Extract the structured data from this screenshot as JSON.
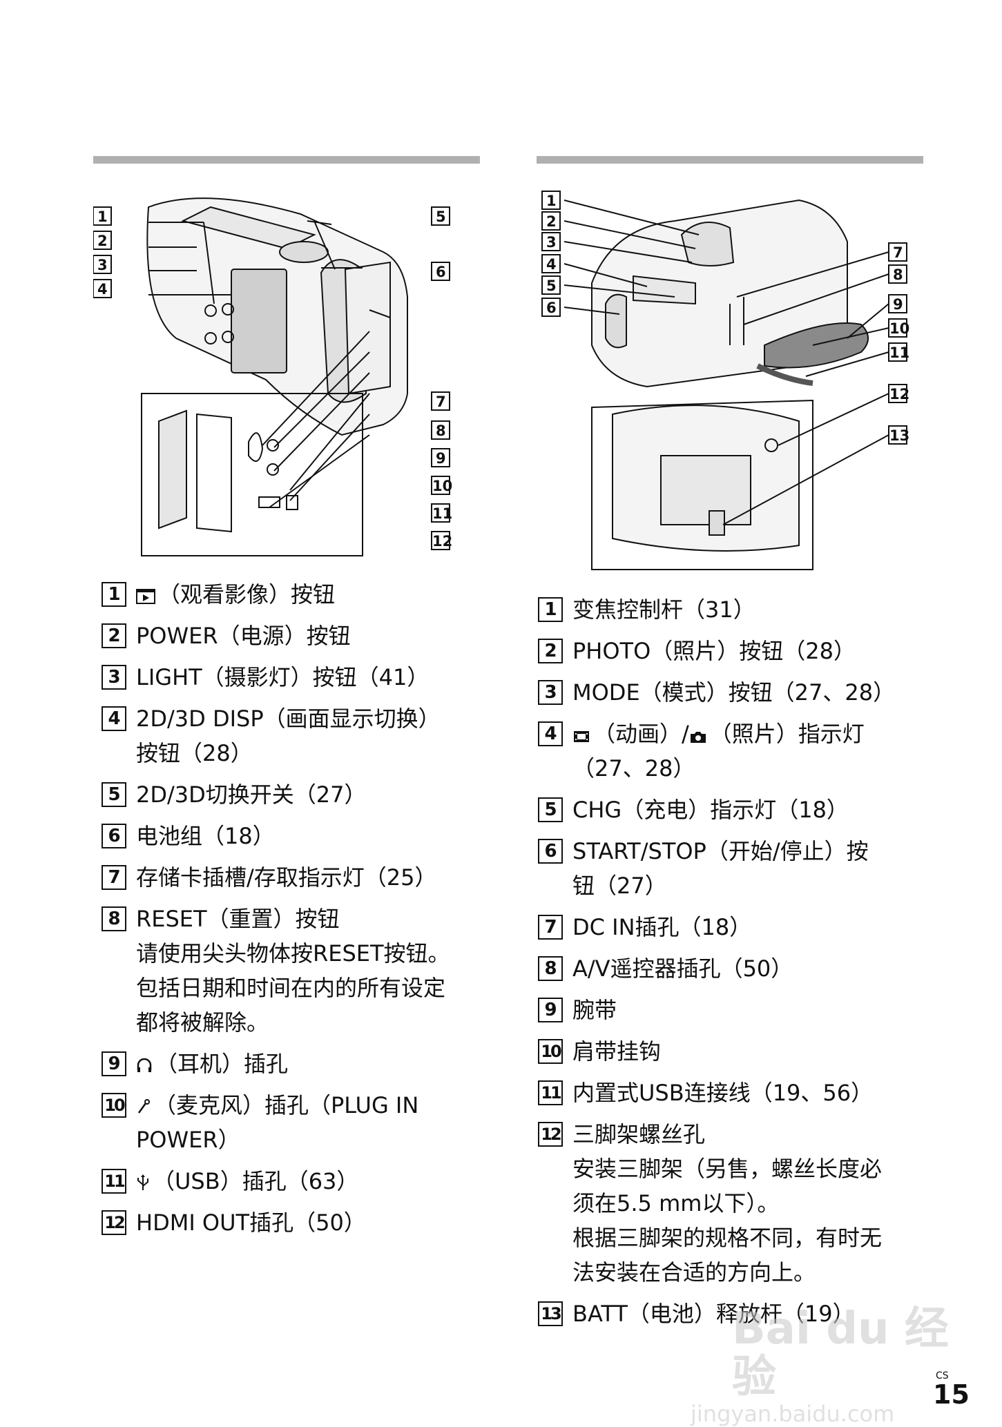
{
  "left": {
    "callouts": [
      "1",
      "2",
      "3",
      "4",
      "5",
      "6",
      "7",
      "8",
      "9",
      "10",
      "11",
      "12"
    ],
    "items": [
      {
        "num": "1",
        "icon": "play-icon",
        "text": "（观看影像）按钮"
      },
      {
        "num": "2",
        "text": "POWER（电源）按钮"
      },
      {
        "num": "3",
        "text": "LIGHT（摄影灯）按钮（41）"
      },
      {
        "num": "4",
        "text": "2D/3D DISP（画面显示切换）",
        "text2": "按钮（28）"
      },
      {
        "num": "5",
        "text": "2D/3D切换开关（27）"
      },
      {
        "num": "6",
        "text": "电池组（18）"
      },
      {
        "num": "7",
        "text": "存储卡插槽/存取指示灯（25）"
      },
      {
        "num": "8",
        "text": "RESET（重置）按钮",
        "text2": "请使用尖头物体按RESET按钮。",
        "text3": "包括日期和时间在内的所有设定",
        "text4": "都将被解除。"
      },
      {
        "num": "9",
        "icon": "headphones-icon",
        "text": "（耳机）插孔"
      },
      {
        "num": "10",
        "icon": "microphone-icon",
        "text": "（麦克风）插孔（PLUG IN",
        "text2": "POWER）"
      },
      {
        "num": "11",
        "icon": "usb-icon",
        "text": "（USB）插孔（63）"
      },
      {
        "num": "12",
        "text": "HDMI OUT插孔（50）"
      }
    ]
  },
  "right": {
    "callouts": [
      "1",
      "2",
      "3",
      "4",
      "5",
      "6",
      "7",
      "8",
      "9",
      "10",
      "11",
      "12",
      "13"
    ],
    "items": [
      {
        "num": "1",
        "text": "变焦控制杆（31）"
      },
      {
        "num": "2",
        "text": "PHOTO（照片）按钮（28）"
      },
      {
        "num": "3",
        "text": "MODE（模式）按钮（27、28）"
      },
      {
        "num": "4",
        "icon": "movie-icon",
        "text": "（动画）/",
        "icon2": "camera-icon",
        "text_b": "（照片）指示灯",
        "text2": "（27、28）"
      },
      {
        "num": "5",
        "text": "CHG（充电）指示灯（18）"
      },
      {
        "num": "6",
        "text": "START/STOP（开始/停止）按",
        "text2": "钮（27）"
      },
      {
        "num": "7",
        "text": "DC IN插孔（18）"
      },
      {
        "num": "8",
        "text": "A/V遥控器插孔（50）"
      },
      {
        "num": "9",
        "text": "腕带"
      },
      {
        "num": "10",
        "text": "肩带挂钩"
      },
      {
        "num": "11",
        "text": "内置式USB连接线（19、56）"
      },
      {
        "num": "12",
        "text": "三脚架螺丝孔",
        "text2": "安装三脚架（另售，螺丝长度必",
        "text3": "须在5.5 mm以下）。",
        "text4": "根据三脚架的规格不同，有时无",
        "text5": "法安装在合适的方向上。"
      },
      {
        "num": "13",
        "text": "BATT（电池）释放杆（19）"
      }
    ]
  },
  "footer": {
    "lang": "CS",
    "page": "15"
  },
  "watermark": {
    "logo": "Bai du 经验",
    "url": "jingyan.baidu.com"
  }
}
